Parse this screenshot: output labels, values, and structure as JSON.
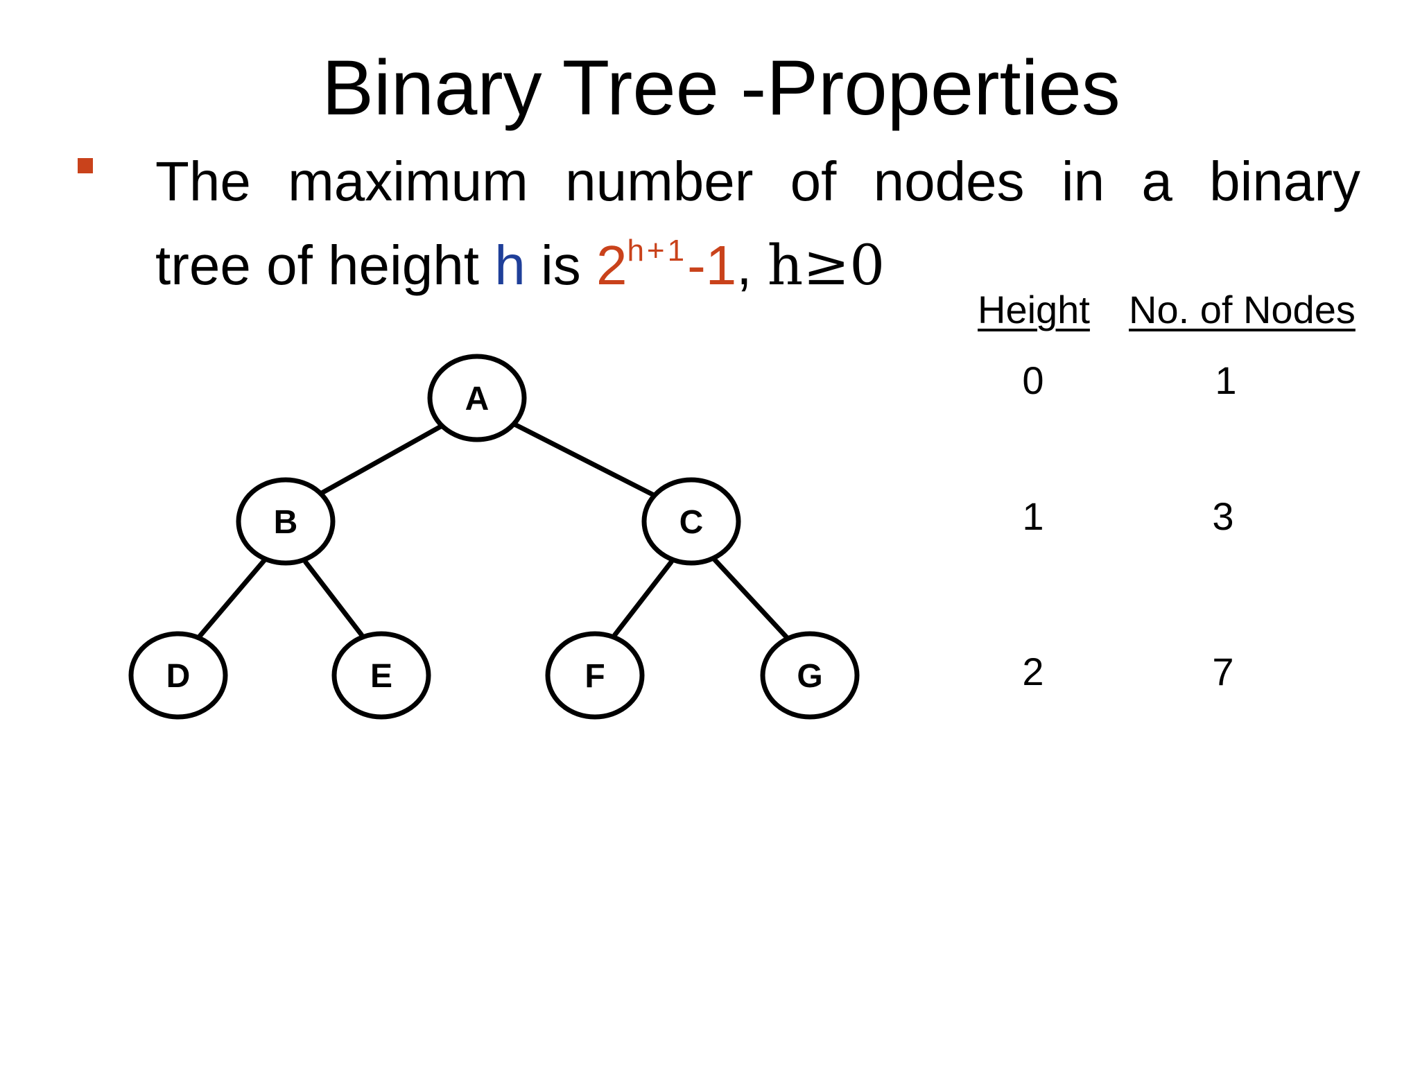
{
  "slide": {
    "title": "Binary Tree -Properties",
    "bullet": {
      "line1_words": [
        "The",
        "maximum",
        "number",
        "of",
        "nodes",
        "in",
        "a",
        "binary"
      ],
      "line2_prefix": "tree of height ",
      "h_var": "h",
      "is_text": " is ",
      "formula_base": "2",
      "formula_exp": "h+1",
      "formula_tail": "-1",
      "comma": ", ",
      "condition": "h≥0"
    }
  },
  "tree": {
    "nodes": [
      "A",
      "B",
      "C",
      "D",
      "E",
      "F",
      "G"
    ],
    "edges": [
      [
        "A",
        "B"
      ],
      [
        "A",
        "C"
      ],
      [
        "B",
        "D"
      ],
      [
        "B",
        "E"
      ],
      [
        "C",
        "F"
      ],
      [
        "C",
        "G"
      ]
    ]
  },
  "table": {
    "headers": [
      "Height",
      "No. of Nodes"
    ],
    "rows": [
      {
        "height": "0",
        "nodes": "1"
      },
      {
        "height": "1",
        "nodes": "3"
      },
      {
        "height": "2",
        "nodes": "7"
      }
    ]
  },
  "colors": {
    "accent_red": "#c9421b",
    "accent_blue": "#1f3f99"
  }
}
